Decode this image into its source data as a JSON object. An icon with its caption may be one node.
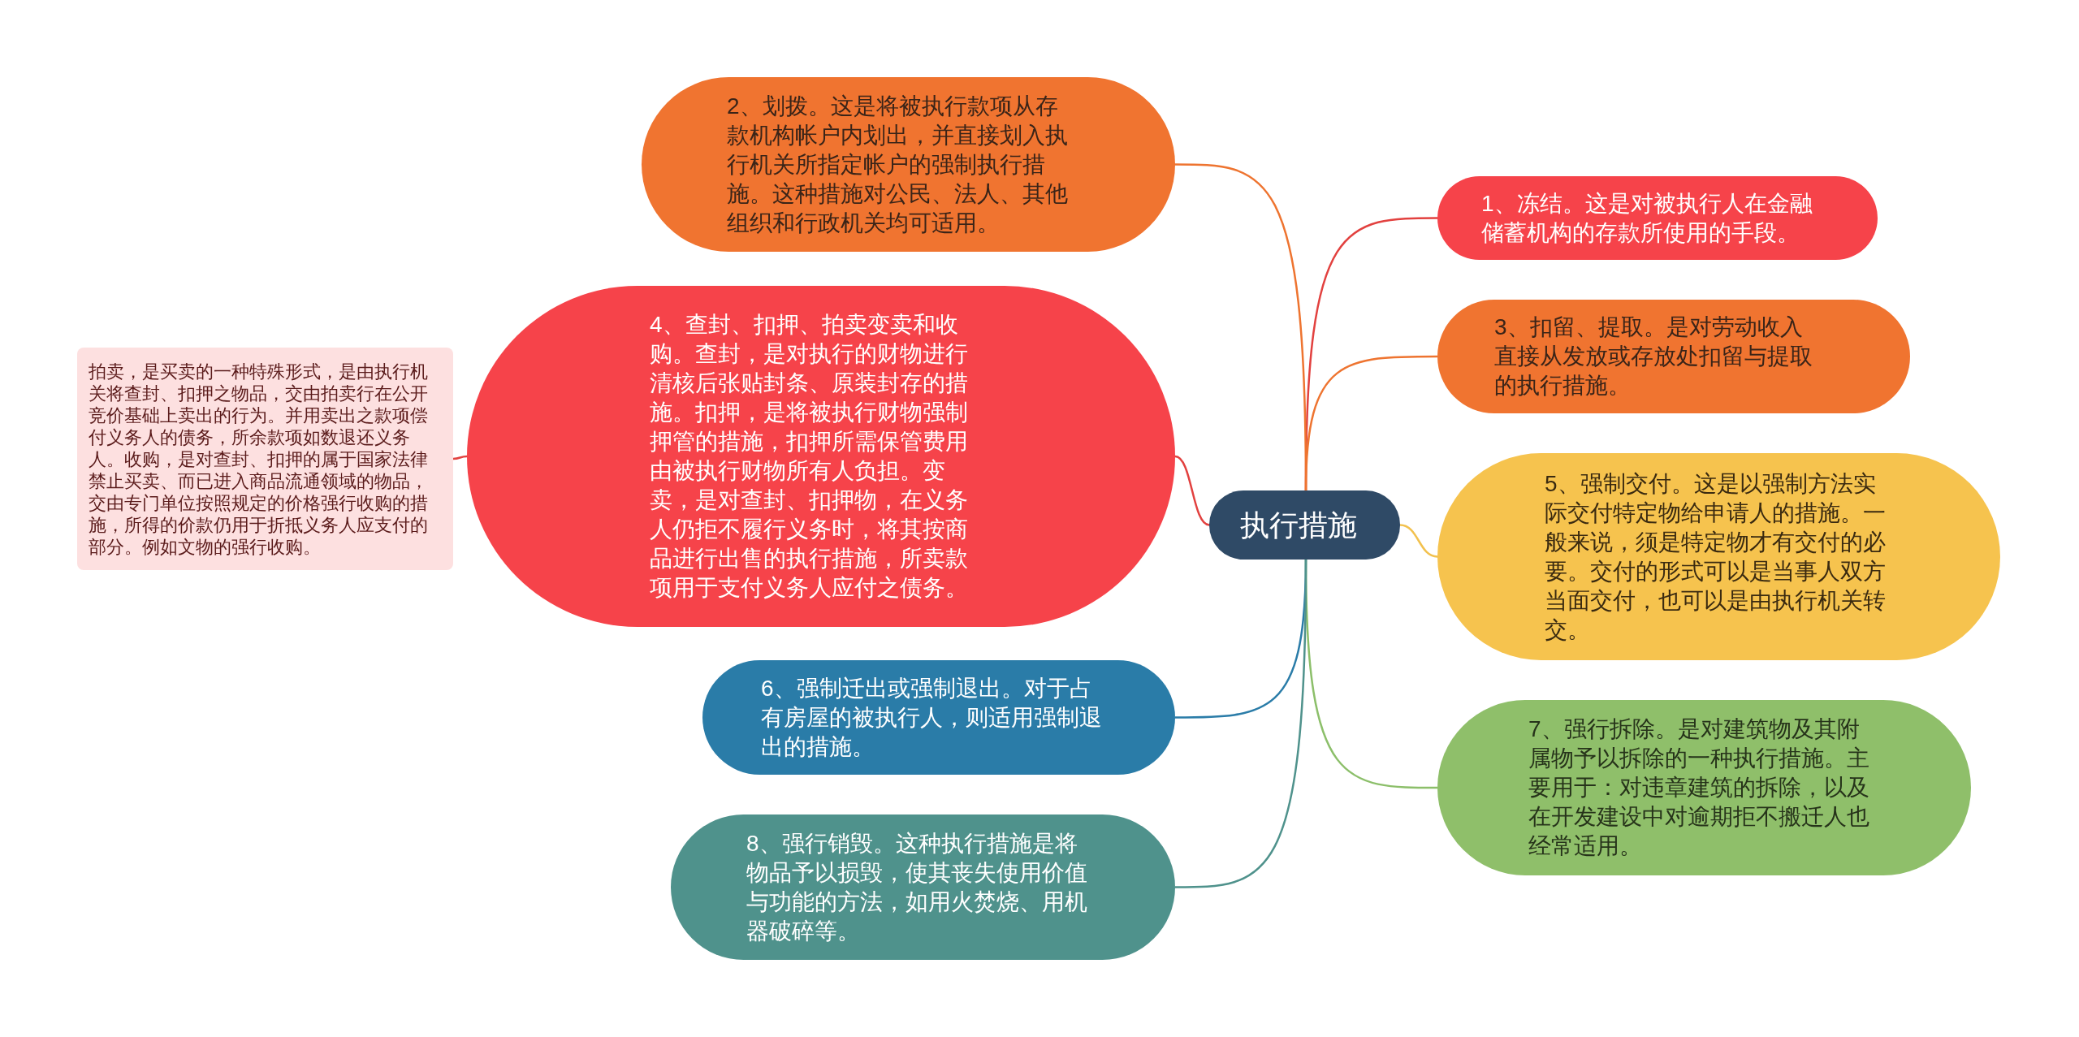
{
  "diagram": {
    "nodes": [
      {
        "text": [
          "执行措施"
        ]
      },
      {
        "text": [
          "1、冻结。这是对被执行人在金融储蓄机构的存款所使用的手段。"
        ]
      },
      {
        "text": [
          "2、划拨。这是将被执行款项从存款机构帐户内划出，并直接划入执行机关所指定帐户的强制执行措施。这种措施对公民、法人、其他组织和行政机关均可适用。"
        ]
      },
      {
        "text": [
          "3、扣留、提取。是对劳动收入直接从发放或存放处扣留与提取的执行措施。"
        ]
      },
      {
        "text": [
          "4、查封、扣押、拍卖变卖和收购。查封，是对执行的财物进行清核后张贴封条、原装封存的措施。扣押，是将被执行财物强制押管的措施，扣押所需保管费用由被执行财物所有人负担。变卖，是对查封、扣押物，在义务人仍拒不履行义务时，将其按商品进行出售的执行措施，所卖款项用于支付义务人应付之债务。"
        ]
      },
      {
        "text": [
          "拍卖，是买卖的一种特殊形式，是由执行机关将查封、扣押之物品，交由拍卖行在公开竞价基础上卖出的行为。并用卖出之款项偿付义务人的债务，所余款项如数退还义务人。收购，是对查封、扣押的属于国家法律禁止买卖、而已进入商品流通领域的物品，交由专门单位按照规定的价格强行收购的措施，所得的价款仍用于折抵义务人应支付的部分。例如文物的强行收购。"
        ]
      },
      {
        "text": [
          "5、强制交付。这是以强制方法实际交付特定物给申请人的措施。一般来说，须是特定物才有交付的必要。交付的形式可以是当事人双方当面交付，也可以是由执行机关转交。"
        ]
      },
      {
        "text": [
          "6、强制迁出或强制退出。对于占有房屋的被执行人，则适用强制退出的措施。"
        ]
      },
      {
        "text": [
          "7、强行拆除。是对建筑物及其附属物予以拆除的一种执行措施。主要用于：对违章建筑的拆除，以及在开发建设中对逾期拒不搬迁人也经常适用。"
        ]
      },
      {
        "text": [
          "8、强行销毁。这种执行措施是将物品予以损毁，使其丧失使用价值与功能的方法，如用火焚烧、用机器破碎等。"
        ]
      }
    ],
    "edges": [
      {
        "from": 0,
        "to": 1,
        "arrow": "none",
        "color": "#e2413f"
      },
      {
        "from": 0,
        "to": 2,
        "arrow": "none",
        "color": "#ee7430"
      },
      {
        "from": 0,
        "to": 3,
        "arrow": "none",
        "color": "#ee7430"
      },
      {
        "from": 0,
        "to": 4,
        "arrow": "none",
        "color": "#e2413f"
      },
      {
        "from": 4,
        "to": 5,
        "arrow": "none",
        "color": "#e2413f"
      },
      {
        "from": 0,
        "to": 6,
        "arrow": "none",
        "color": "#f2c14e"
      },
      {
        "from": 0,
        "to": 7,
        "arrow": "none",
        "color": "#2a7ca8"
      },
      {
        "from": 0,
        "to": 8,
        "arrow": "none",
        "color": "#8cbf6a"
      },
      {
        "from": 0,
        "to": 9,
        "arrow": "none",
        "color": "#4f928c"
      }
    ]
  }
}
